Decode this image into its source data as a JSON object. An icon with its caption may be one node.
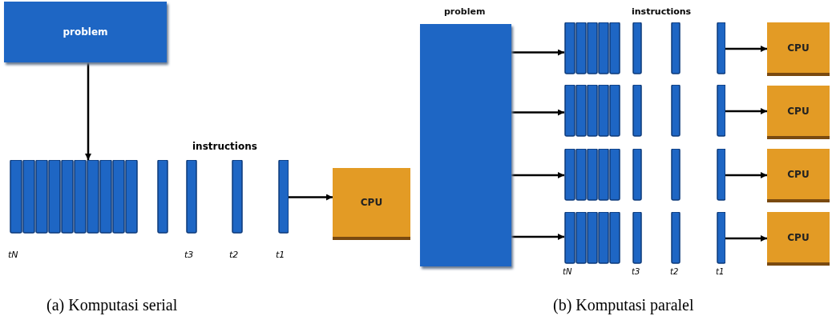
{
  "diagram": {
    "nodes": [
      {
        "text": [
          "problem"
        ]
      },
      {
        "text": [],
        "shape": "bar"
      },
      {
        "text": [
          "CPU"
        ]
      },
      {
        "text": [
          "problem"
        ]
      },
      {
        "text": [],
        "shape": "box",
        "in": 3
      },
      {
        "text": [],
        "shape": "box",
        "in": 3
      },
      {
        "text": [],
        "shape": "box",
        "in": 3
      },
      {
        "text": [],
        "shape": "box",
        "in": 3
      },
      {
        "text": [],
        "shape": "bar"
      },
      {
        "text": [],
        "shape": "bar"
      },
      {
        "text": [],
        "shape": "bar"
      },
      {
        "text": [],
        "shape": "bar"
      },
      {
        "text": [
          "CPU"
        ]
      },
      {
        "text": [
          "CPU"
        ]
      },
      {
        "text": [
          "CPU"
        ]
      },
      {
        "text": [
          "CPU"
        ]
      }
    ],
    "edges": [
      {
        "from": 0,
        "to": 1,
        "arrow": "to"
      },
      {
        "from": 1,
        "to": 2,
        "arrow": "to"
      },
      {
        "from": 4,
        "to": 8,
        "arrow": "to"
      },
      {
        "from": 5,
        "to": 9,
        "arrow": "to"
      },
      {
        "from": 6,
        "to": 10,
        "arrow": "to"
      },
      {
        "from": 7,
        "to": 11,
        "arrow": "to"
      },
      {
        "from": 8,
        "to": 12,
        "arrow": "to"
      },
      {
        "from": 9,
        "to": 13,
        "arrow": "to"
      },
      {
        "from": 10,
        "to": 14,
        "arrow": "to"
      },
      {
        "from": 11,
        "to": 15,
        "arrow": "to"
      }
    ],
    "labels": [
      "instructions",
      "instructions",
      "tN",
      "t3",
      "t2",
      "t1",
      "tN",
      "t3",
      "t2",
      "t1",
      "(a) Komputasi serial",
      "(b) Komputasi paralel"
    ]
  }
}
